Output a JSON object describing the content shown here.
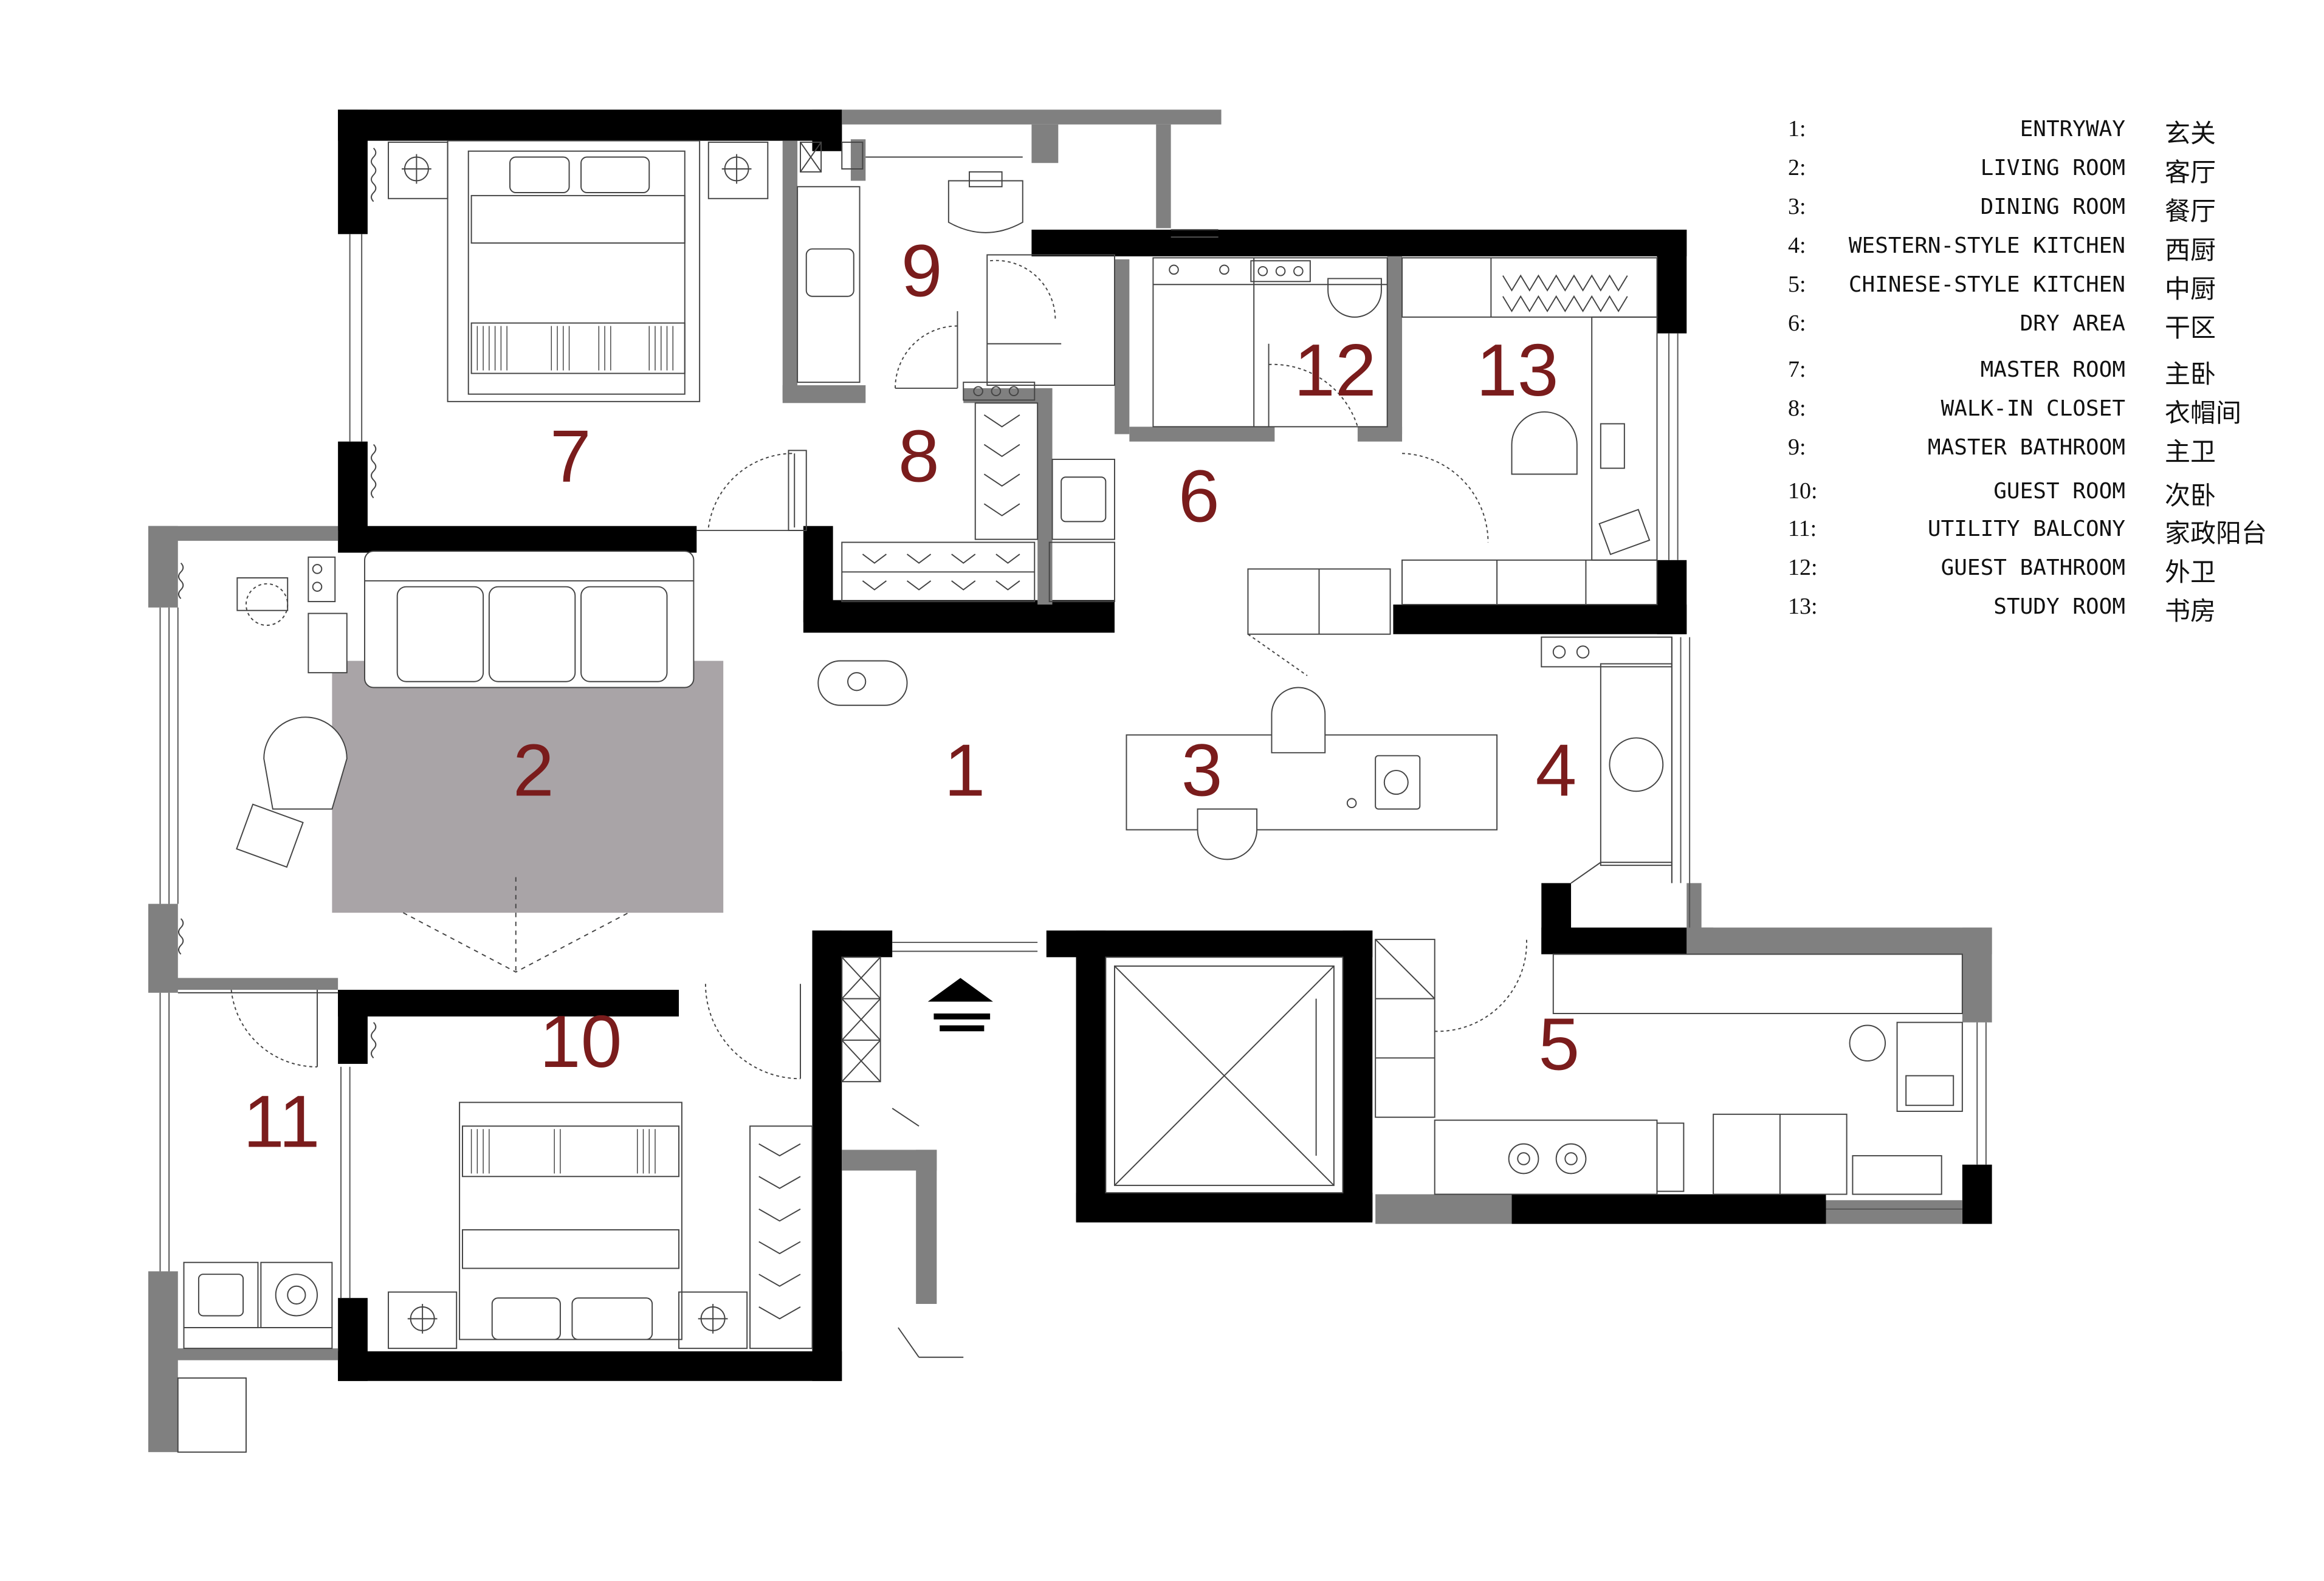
{
  "rooms": [
    {
      "num": "1:",
      "en": "ENTRYWAY",
      "cn": "玄关"
    },
    {
      "num": "2:",
      "en": "LIVING ROOM",
      "cn": "客厅"
    },
    {
      "num": "3:",
      "en": "DINING ROOM",
      "cn": "餐厅"
    },
    {
      "num": "4:",
      "en": "WESTERN-STYLE KITCHEN",
      "cn": "西厨"
    },
    {
      "num": "5:",
      "en": "CHINESE-STYLE KITCHEN",
      "cn": "中厨"
    },
    {
      "num": "6:",
      "en": "DRY AREA",
      "cn": "干区"
    },
    {
      "num": "7:",
      "en": "MASTER ROOM",
      "cn": "主卧"
    },
    {
      "num": "8:",
      "en": "WALK-IN CLOSET",
      "cn": "衣帽间"
    },
    {
      "num": "9:",
      "en": "MASTER BATHROOM",
      "cn": "主卫"
    },
    {
      "num": "10:",
      "en": "GUEST ROOM",
      "cn": "次卧"
    },
    {
      "num": "11:",
      "en": "UTILITY BALCONY",
      "cn": "家政阳台"
    },
    {
      "num": "12:",
      "en": "GUEST BATHROOM",
      "cn": "外卫"
    },
    {
      "num": "13:",
      "en": "STUDY ROOM",
      "cn": "书房"
    }
  ],
  "plan_labels": {
    "r1": "1",
    "r2": "2",
    "r3": "3",
    "r4": "4",
    "r5": "5",
    "r6": "6",
    "r7": "7",
    "r8": "8",
    "r9": "9",
    "r10": "10",
    "r11": "11",
    "r12": "12",
    "r13": "13"
  },
  "colors": {
    "wall": "#000000",
    "partition": "#808080",
    "rug": "#a9a4a7",
    "room_number": "#7a1c1c",
    "line": "#444444"
  },
  "icons": [
    "entrance-arrow-icon",
    "bed-icon",
    "sofa-icon",
    "toilet-icon",
    "sink-icon",
    "stove-icon",
    "chair-icon",
    "elevator-icon"
  ]
}
